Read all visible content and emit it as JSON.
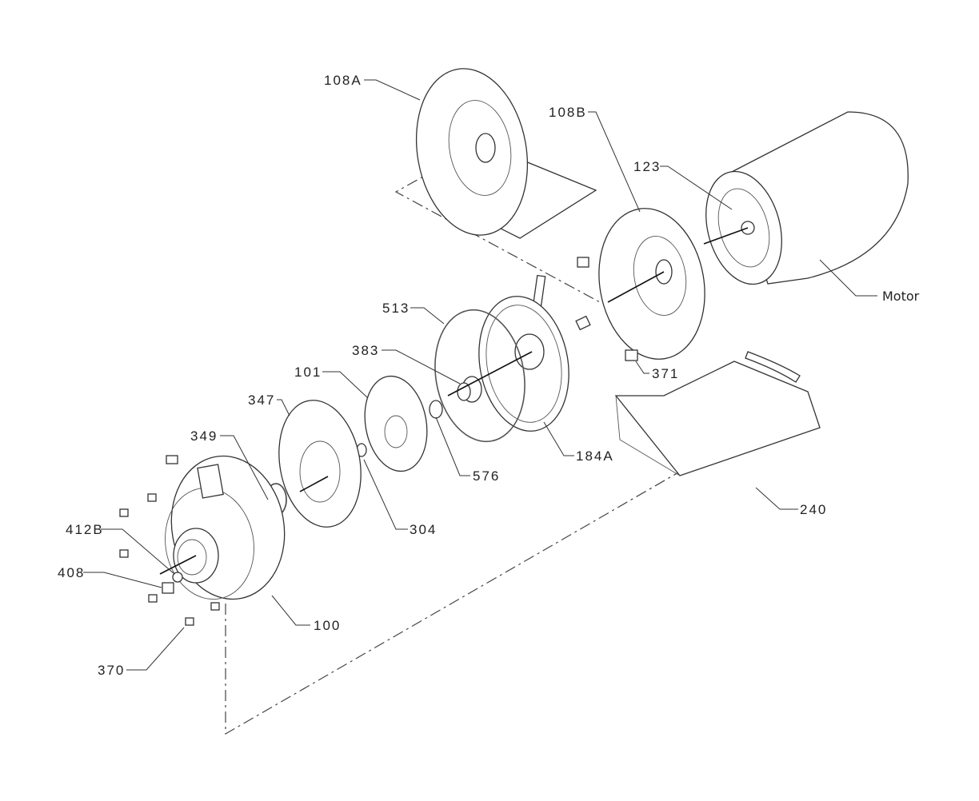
{
  "diagram": {
    "type": "exploded-parts-view",
    "labels": {
      "p108A": "108A",
      "p108B": "108B",
      "p123": "123",
      "motor": "Motor",
      "p513": "513",
      "p383": "383",
      "p101": "101",
      "p347": "347",
      "p349": "349",
      "p412B": "412B",
      "p408": "408",
      "p370": "370",
      "p100": "100",
      "p304": "304",
      "p576": "576",
      "p184A": "184A",
      "p240": "240",
      "p371": "371"
    }
  }
}
